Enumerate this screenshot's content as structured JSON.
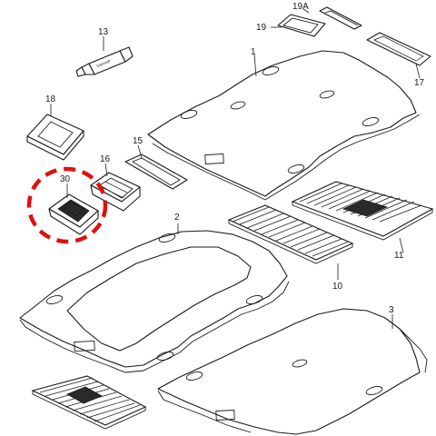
{
  "callouts": [
    {
      "id": "13",
      "text": "13"
    },
    {
      "id": "19A",
      "text": "19A"
    },
    {
      "id": "19",
      "text": "19"
    },
    {
      "id": "1",
      "text": "1"
    },
    {
      "id": "17",
      "text": "17"
    },
    {
      "id": "18",
      "text": "18"
    },
    {
      "id": "16",
      "text": "16"
    },
    {
      "id": "15",
      "text": "15"
    },
    {
      "id": "30",
      "text": "30"
    },
    {
      "id": "2",
      "text": "2"
    },
    {
      "id": "11",
      "text": "11"
    },
    {
      "id": "10",
      "text": "10"
    },
    {
      "id": "3",
      "text": "3"
    }
  ],
  "tube_label": "Klebstoff",
  "highlight": {
    "target": "30",
    "color": "#e01010"
  }
}
